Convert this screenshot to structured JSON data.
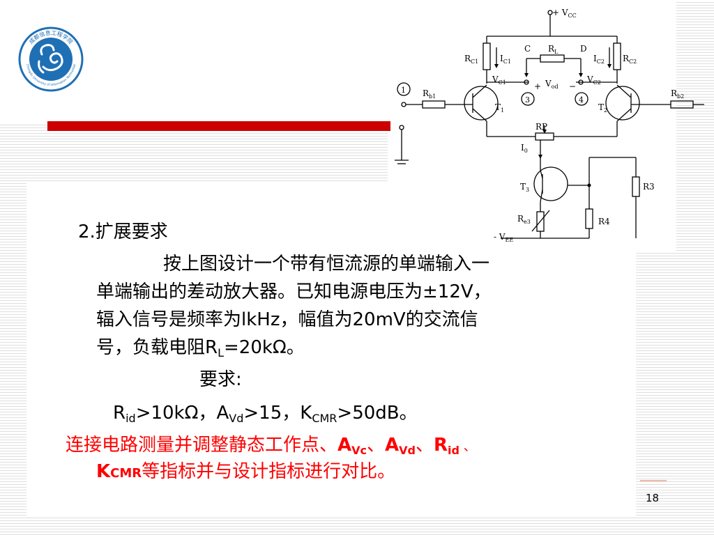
{
  "logo": {
    "text_top": "成都信息工程学院",
    "text_bottom": "Chengdu University of Information Technology"
  },
  "circuit": {
    "vcc": "+ V",
    "vcc_sub": "CC",
    "vee": "- V",
    "vee_sub": "EE",
    "rc1": "R",
    "rc1_sub": "C1",
    "rc2": "R",
    "rc2_sub": "C2",
    "ic1": "I",
    "ic1_sub": "C1",
    "ic2": "I",
    "ic2_sub": "C2",
    "vc1": "V",
    "vc1_sub": "C1",
    "vc2": "V",
    "vc2_sub": "C2",
    "node_c": "C",
    "node_d": "D",
    "rl": "R",
    "rl_sub": "L",
    "vod_plus": "+",
    "vod": "V",
    "vod_sub": "od",
    "vod_minus": "−",
    "term1": "1",
    "term3": "3",
    "term4": "4",
    "rb1": "R",
    "rb1_sub": "b1",
    "rb2": "R",
    "rb2_sub": "b2",
    "t1": "T",
    "t1_sub": "1",
    "t2": "T",
    "t2_sub": "2",
    "t3": "T",
    "t3_sub": "3",
    "rp": "RP",
    "io": "I",
    "io_sub": "0",
    "re3": "R",
    "re3_sub": "e3",
    "r3": "R3",
    "r4": "R4"
  },
  "content": {
    "heading": "2.扩展要求",
    "para_line1": "按上图设计一个带有恒流源的单端输入一",
    "para_line2": "单端输出的差动放大器。已知电源电压为±12V，",
    "para_line3": "辐入信号是频率为lkHz，幅值为20mV的交流信",
    "para_line4a": "号，负载电阻R",
    "para_line4_sub": "L",
    "para_line4b": "=20kΩ。",
    "req_label": "要求:",
    "req_r": "R",
    "req_r_sub": "id",
    "req_r_val": ">10kΩ，A",
    "req_a_sub": "Vd",
    "req_a_val": ">15，K",
    "req_k_sub": "CMR",
    "req_k_val": ">50dB。",
    "red_line1_a": "连接电路测量并调整静态工作点、",
    "red_a1": "A",
    "red_a1_sub": "Vc",
    "red_sep1": "、",
    "red_a2": "A",
    "red_a2_sub": "Vd",
    "red_sep2": "、",
    "red_r": "R",
    "red_r_sub": "id",
    "red_sep3": " 、",
    "red_k": "K",
    "red_k_small": "CMR",
    "red_line2_b": "等指标并与设计指标进行对比。"
  },
  "page_number": "18",
  "colors": {
    "accent_red": "#cc0000",
    "text_red": "#ff0000",
    "logo_blue": "#1f6fb5"
  }
}
